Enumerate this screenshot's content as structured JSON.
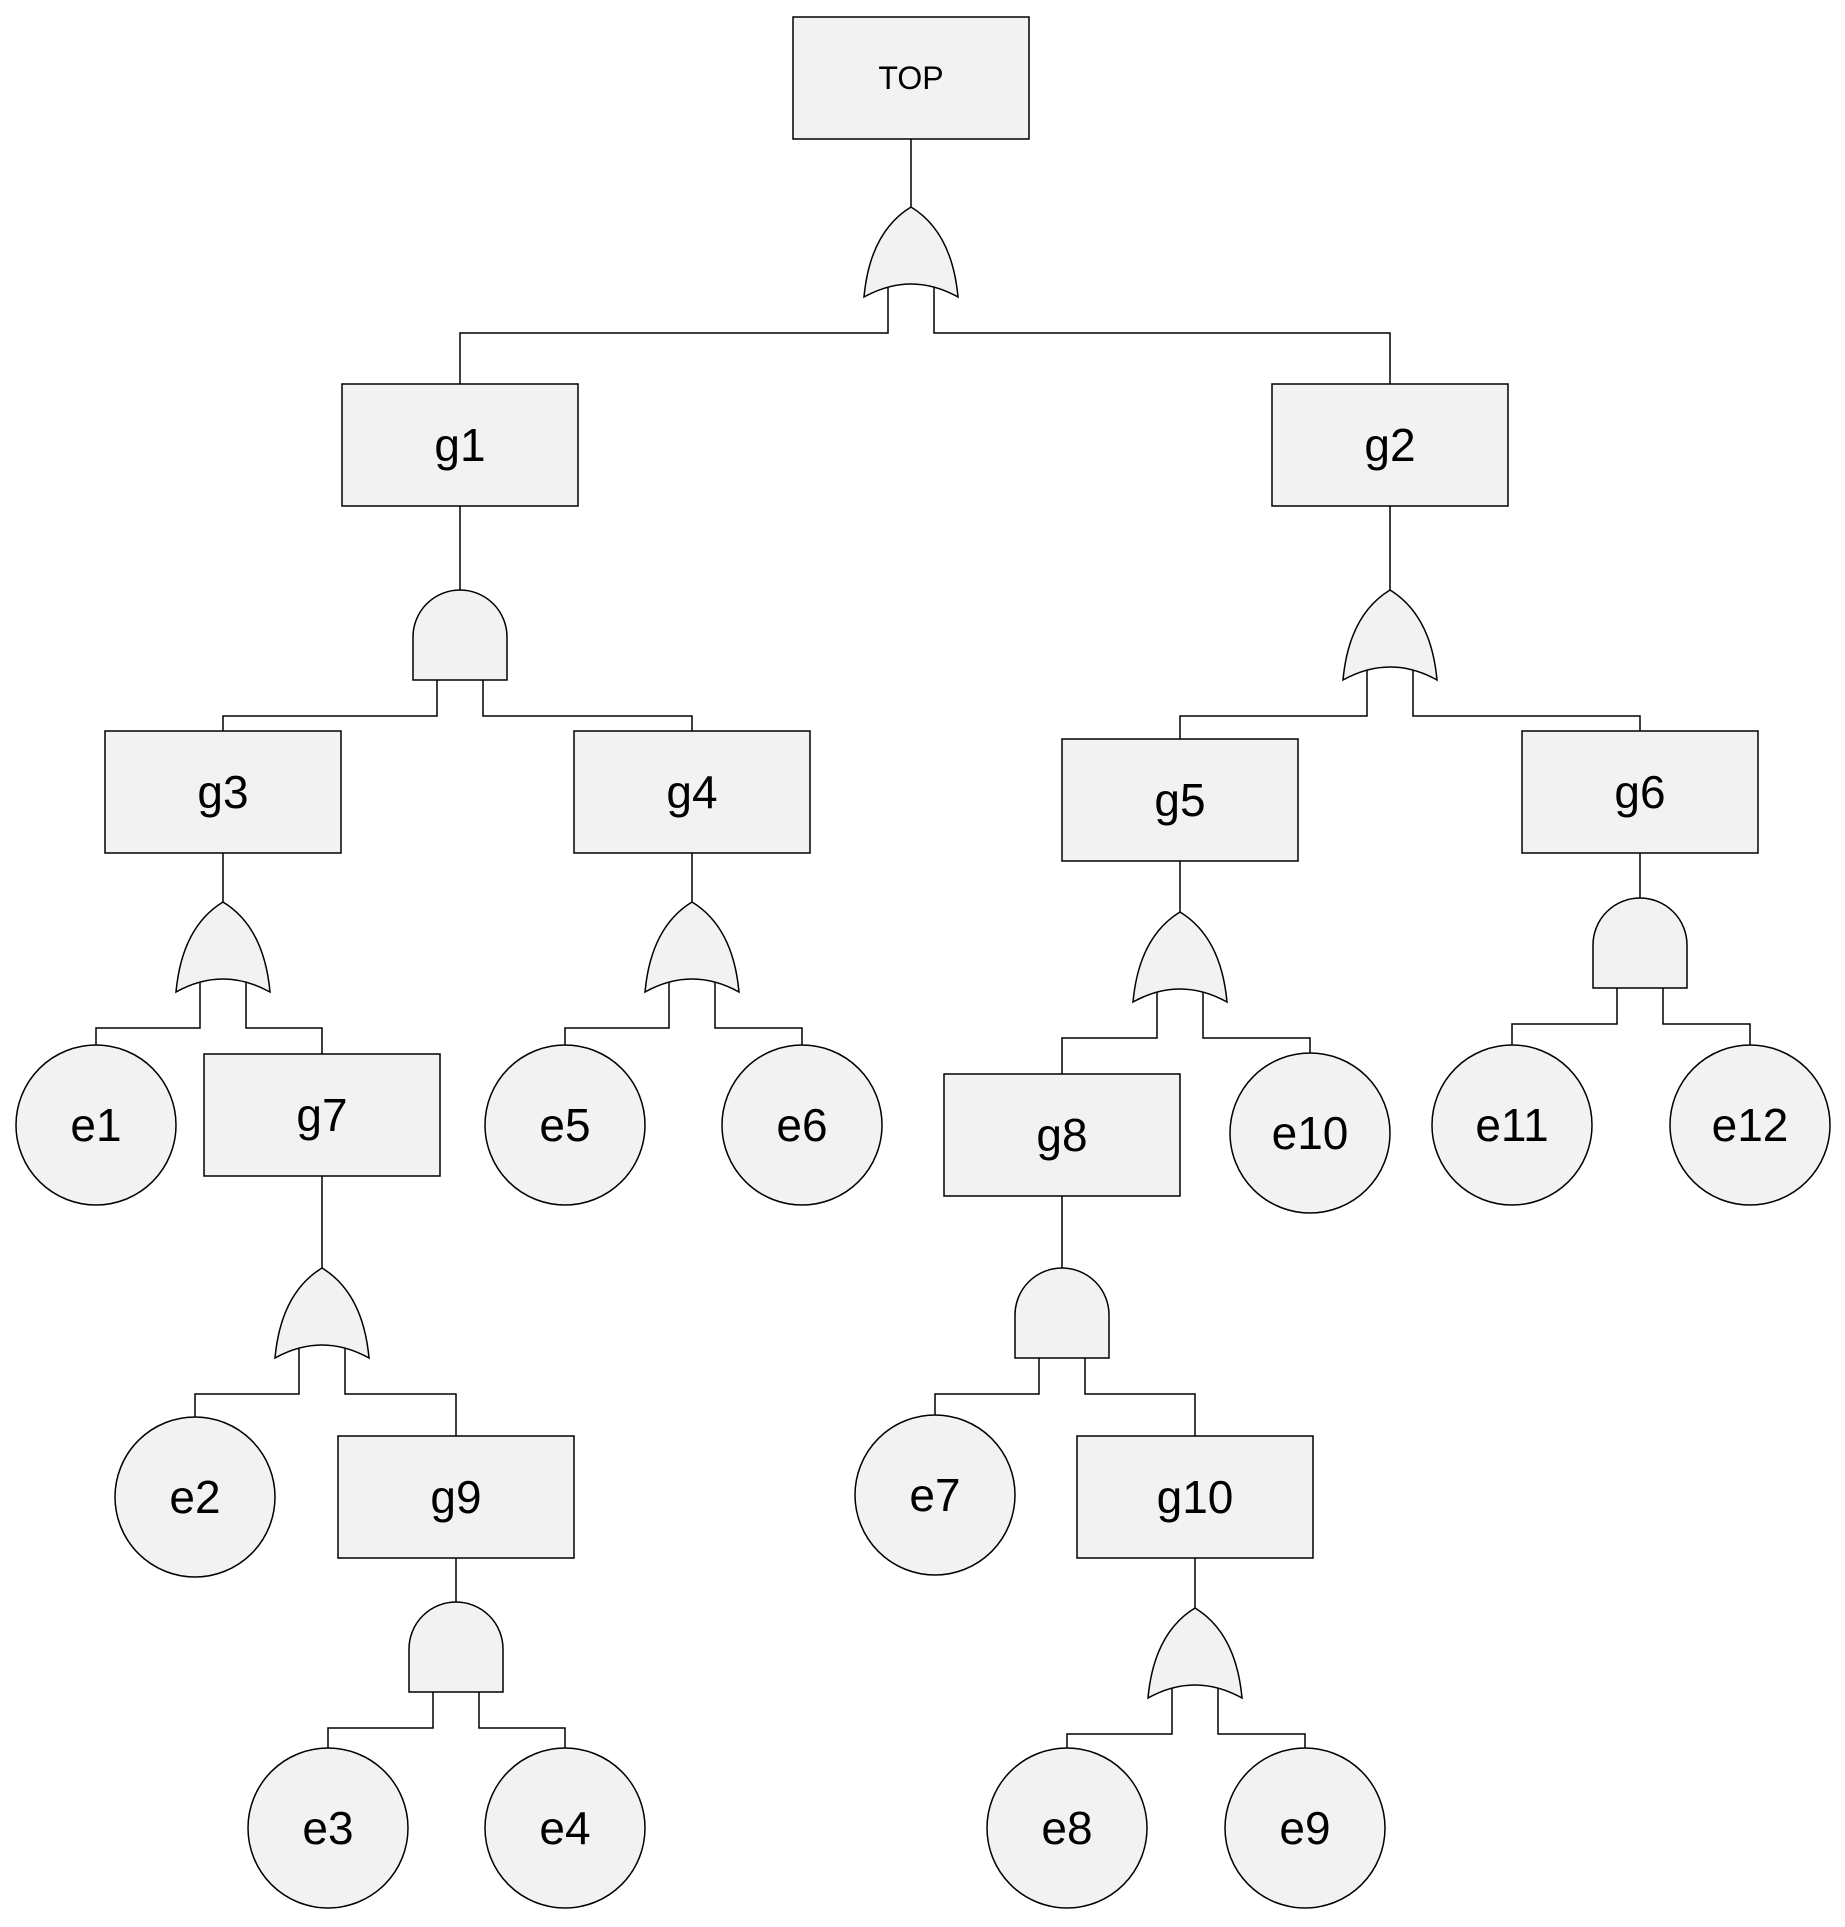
{
  "diagram": {
    "events": [
      {
        "id": "TOP",
        "label": "TOP"
      },
      {
        "id": "g1",
        "label": "g1"
      },
      {
        "id": "g2",
        "label": "g2"
      },
      {
        "id": "g3",
        "label": "g3"
      },
      {
        "id": "g4",
        "label": "g4"
      },
      {
        "id": "g5",
        "label": "g5"
      },
      {
        "id": "g6",
        "label": "g6"
      },
      {
        "id": "g7",
        "label": "g7"
      },
      {
        "id": "g8",
        "label": "g8"
      },
      {
        "id": "g9",
        "label": "g9"
      },
      {
        "id": "g10",
        "label": "g10"
      }
    ],
    "basic_events": [
      {
        "id": "e1",
        "label": "e1"
      },
      {
        "id": "e2",
        "label": "e2"
      },
      {
        "id": "e3",
        "label": "e3"
      },
      {
        "id": "e4",
        "label": "e4"
      },
      {
        "id": "e5",
        "label": "e5"
      },
      {
        "id": "e6",
        "label": "e6"
      },
      {
        "id": "e7",
        "label": "e7"
      },
      {
        "id": "e8",
        "label": "e8"
      },
      {
        "id": "e9",
        "label": "e9"
      },
      {
        "id": "e10",
        "label": "e10"
      },
      {
        "id": "e11",
        "label": "e11"
      },
      {
        "id": "e12",
        "label": "e12"
      }
    ],
    "gates": [
      {
        "output": "TOP",
        "type": "OR",
        "inputs": [
          "g1",
          "g2"
        ]
      },
      {
        "output": "g1",
        "type": "AND",
        "inputs": [
          "g3",
          "g4"
        ]
      },
      {
        "output": "g2",
        "type": "OR",
        "inputs": [
          "g5",
          "g6"
        ]
      },
      {
        "output": "g3",
        "type": "OR",
        "inputs": [
          "e1",
          "g7"
        ]
      },
      {
        "output": "g4",
        "type": "OR",
        "inputs": [
          "e5",
          "e6"
        ]
      },
      {
        "output": "g5",
        "type": "OR",
        "inputs": [
          "g8",
          "e10"
        ]
      },
      {
        "output": "g6",
        "type": "AND",
        "inputs": [
          "e11",
          "e12"
        ]
      },
      {
        "output": "g7",
        "type": "OR",
        "inputs": [
          "e2",
          "g9"
        ]
      },
      {
        "output": "g8",
        "type": "AND",
        "inputs": [
          "e7",
          "g10"
        ]
      },
      {
        "output": "g9",
        "type": "AND",
        "inputs": [
          "e3",
          "e4"
        ]
      },
      {
        "output": "g10",
        "type": "OR",
        "inputs": [
          "e8",
          "e9"
        ]
      }
    ]
  }
}
